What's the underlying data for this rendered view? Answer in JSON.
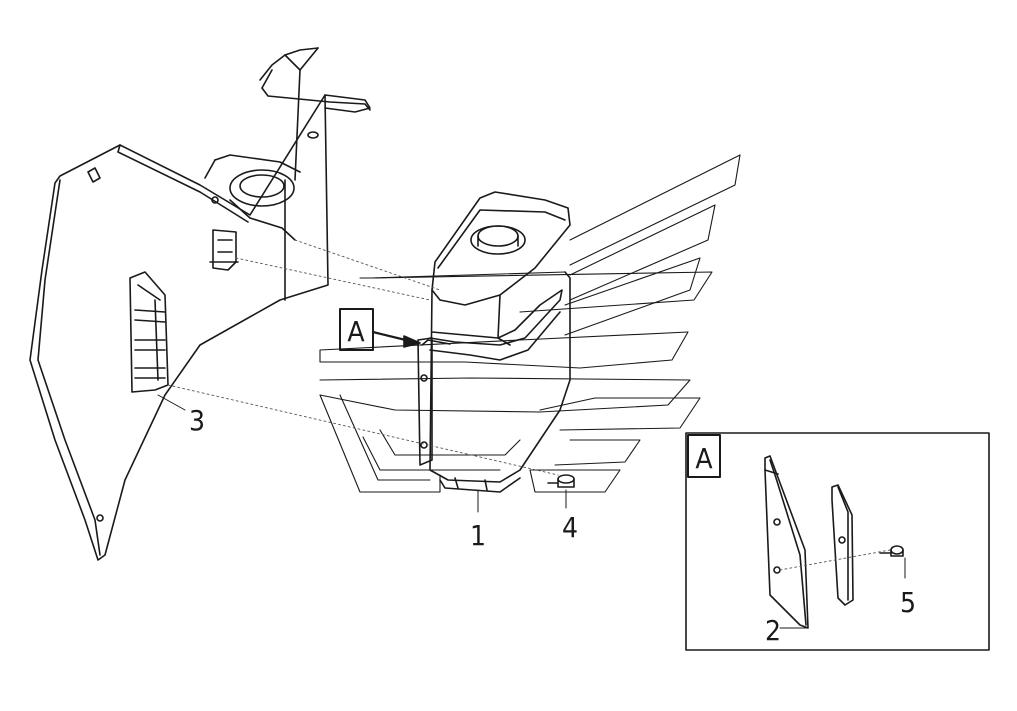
{
  "callouts": {
    "part_1": "1",
    "part_2": "2",
    "part_3": "3",
    "part_4": "4",
    "part_5": "5"
  },
  "detail_marker": "A",
  "detail_box_label": "A",
  "colors": {
    "line": "#1a1a1a",
    "background": "#ffffff",
    "dashed": "#555555"
  }
}
